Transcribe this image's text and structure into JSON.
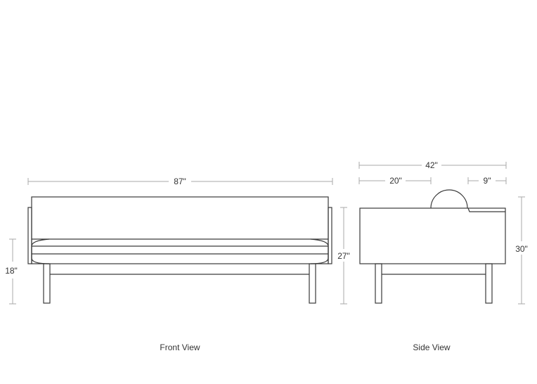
{
  "front_view": {
    "label": "Front View",
    "width_dim": "87\"",
    "seat_height_dim": "18\"",
    "arm_height_dim": "27\""
  },
  "side_view": {
    "label": "Side View",
    "depth_dim": "42\"",
    "seat_depth_dim": "20\"",
    "arm_depth_dim": "9\"",
    "height_dim": "30\""
  },
  "colors": {
    "line": "#3a3a3a",
    "dimension": "#aaaaaa",
    "background": "#ffffff"
  }
}
